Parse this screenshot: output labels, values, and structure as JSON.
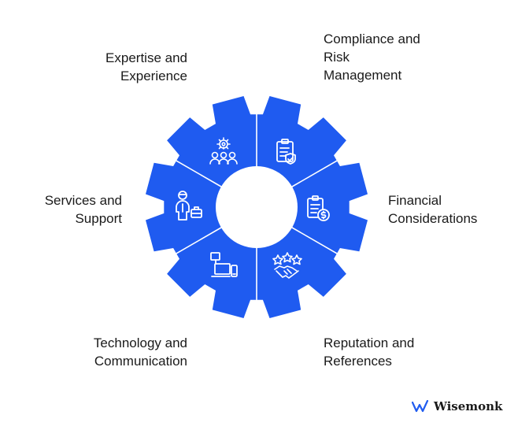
{
  "colors": {
    "gear": "#1f5bf0",
    "divider": "#ffffff",
    "text": "#1a1a1a",
    "brand": "#1f5bf0"
  },
  "segments": [
    {
      "label": "Compliance and\nRisk\nManagement",
      "icon": "clipboard-check-icon"
    },
    {
      "label": "Financial\nConsiderations",
      "icon": "financial-document-icon"
    },
    {
      "label": "Reputation and\nReferences",
      "icon": "stars-handshake-icon"
    },
    {
      "label": "Technology and\nCommunication",
      "icon": "devices-icon"
    },
    {
      "label": "Services and\nSupport",
      "icon": "person-briefcase-icon"
    },
    {
      "label": "Expertise and\nExperience",
      "icon": "team-gear-icon"
    }
  ],
  "brand": {
    "name": "Wisemonk",
    "icon": "wisemonk-logo-icon"
  }
}
